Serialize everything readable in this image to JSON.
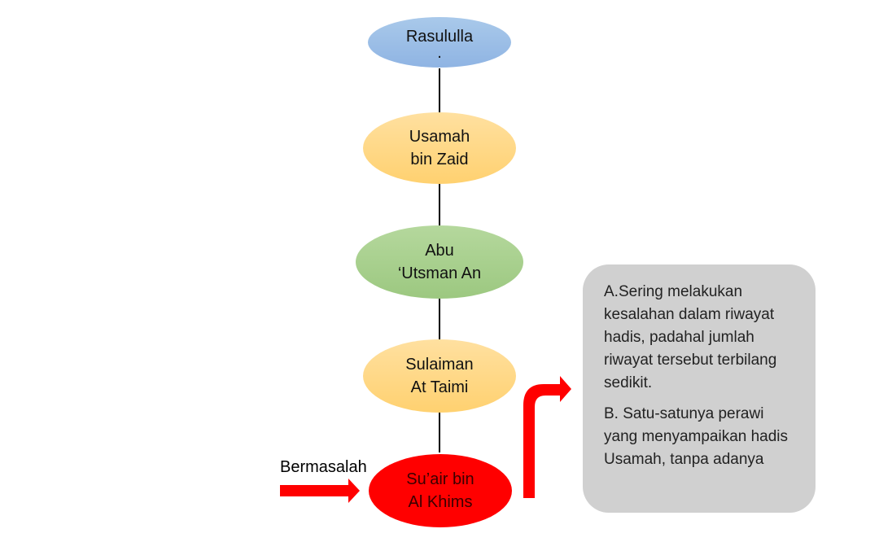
{
  "nodes": [
    {
      "label": "Rasululla\n.",
      "color": "#9dc3e6"
    },
    {
      "label": "Usamah\nbin Zaid",
      "color": "#ffd98a"
    },
    {
      "label": "Abu\n‘Utsman An",
      "color": "#a9d18e"
    },
    {
      "label": "Sulaiman\nAt Taimi",
      "color": "#ffd98a"
    },
    {
      "label": "Su’air bin\nAl Khims",
      "color": "#ff0000"
    }
  ],
  "problem_label": "Bermasalah",
  "note": {
    "a": "A.Sering melakukan kesalahan dalam riwayat hadis, padahal jumlah riwayat tersebut terbilang sedikit.",
    "b": "B. Satu-satunya perawi yang menyampaikan hadis Usamah, tanpa adanya"
  }
}
